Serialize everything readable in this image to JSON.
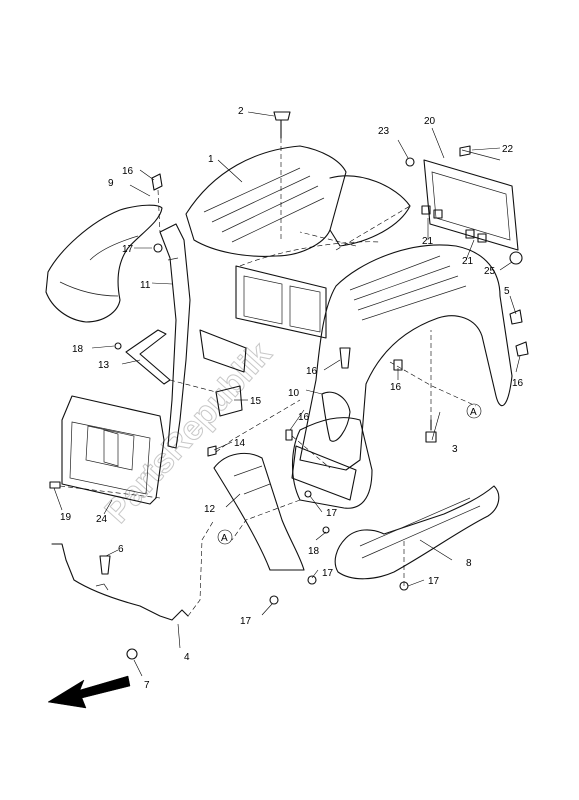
{
  "watermark": "PartsRepublik",
  "callouts": {
    "c1": "1",
    "c2": "2",
    "c3": "3",
    "c4": "4",
    "c5": "5",
    "c6": "6",
    "c7": "7",
    "c8": "8",
    "c9": "9",
    "c10": "10",
    "c11": "11",
    "c12": "12",
    "c13": "13",
    "c14": "14",
    "c15": "15",
    "c16a": "16",
    "c16b": "16",
    "c16c": "16",
    "c16d": "16",
    "c16e": "16",
    "c17a": "17",
    "c17b": "17",
    "c17c": "17",
    "c17d": "17",
    "c17e": "17",
    "c18a": "18",
    "c18b": "18",
    "c19": "19",
    "c20": "20",
    "c21a": "21",
    "c21b": "21",
    "c22": "22",
    "c23": "23",
    "c24": "24",
    "c25": "25",
    "markA1": "A",
    "markA2": "A"
  },
  "icons": {
    "direction_arrow": "front-direction-arrow-icon"
  }
}
